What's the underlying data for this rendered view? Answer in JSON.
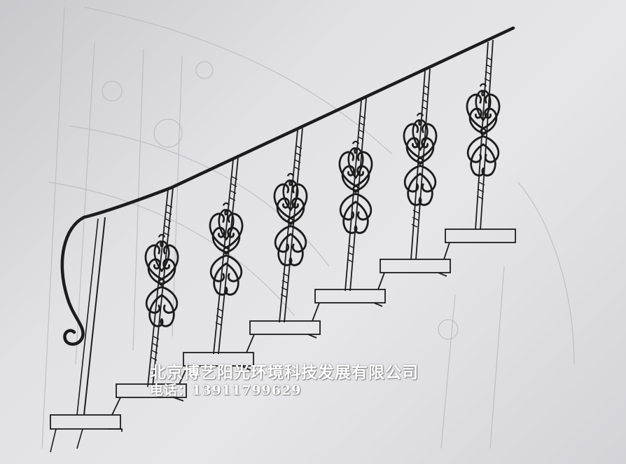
{
  "photo": {
    "subject": "stair-railing-sketch-photo",
    "ink_color": "#1c1c1c",
    "paper_color": "#e4e4e6",
    "faint_lines_color": "#b9b9bd"
  },
  "watermark": {
    "company": "北京博艺阳光环境科技发展有限公司",
    "phone_label": "电话：",
    "phone_number": "13911799629",
    "text_color": "#ffffff"
  }
}
